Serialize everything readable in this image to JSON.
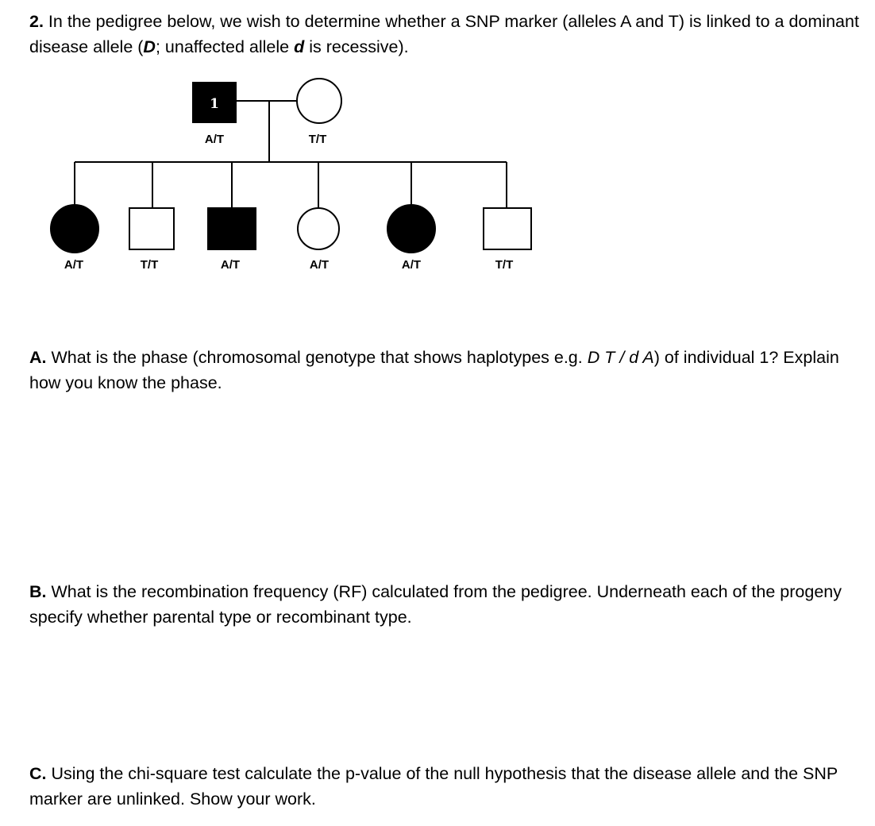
{
  "question": {
    "number": "2.",
    "intro_part1": " In the pedigree below, we wish to determine whether a SNP marker (alleles A and T) is linked to a dominant disease allele (",
    "dominant_allele": "D",
    "intro_part2": "; unaffected allele ",
    "recessive_allele": "d",
    "intro_part3": " is recessive)."
  },
  "pedigree": {
    "parents": {
      "father": {
        "id_label": "1",
        "genotype": "A/T",
        "sex": "male",
        "affected": true
      },
      "mother": {
        "genotype": "T/T",
        "sex": "female",
        "affected": false
      }
    },
    "children": [
      {
        "genotype": "A/T",
        "sex": "female",
        "affected": true
      },
      {
        "genotype": "T/T",
        "sex": "male",
        "affected": false
      },
      {
        "genotype": "A/T",
        "sex": "male",
        "affected": true
      },
      {
        "genotype": "A/T",
        "sex": "female",
        "affected": false
      },
      {
        "genotype": "A/T",
        "sex": "female",
        "affected": true
      },
      {
        "genotype": "T/T",
        "sex": "male",
        "affected": false
      }
    ]
  },
  "part_a": {
    "letter": "A.",
    "text1": " What is the phase (chromosomal genotype that shows haplotypes e.g. ",
    "example": "D T / d A",
    "text2": ") of individual 1?  Explain how you know the phase."
  },
  "part_b": {
    "letter": "B.",
    "text": " What is the recombination frequency (RF) calculated from the pedigree. Underneath each of the progeny specify whether parental type or recombinant type."
  },
  "part_c": {
    "letter": "C.",
    "text": " Using the chi-square test calculate the p-value of the null hypothesis that the disease allele and the SNP marker are unlinked. Show your work."
  }
}
